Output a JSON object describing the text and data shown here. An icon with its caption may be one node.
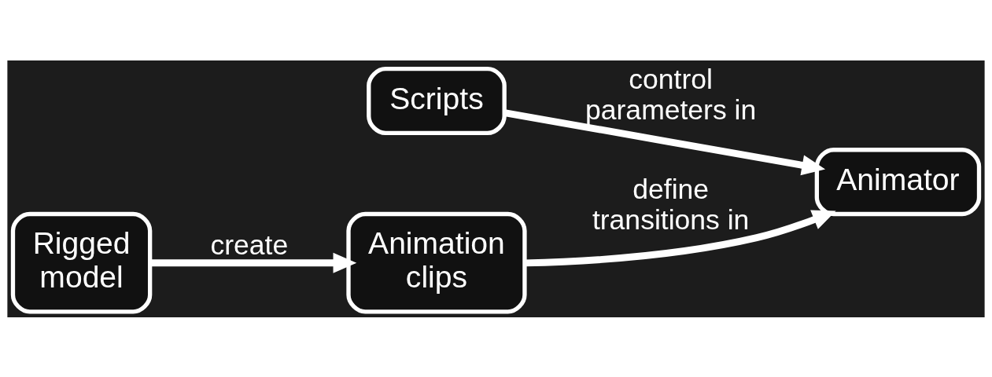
{
  "diagram": {
    "nodes": [
      {
        "text": [
          "Scripts"
        ]
      },
      {
        "text": [
          "Animator"
        ]
      },
      {
        "text": [
          "Rigged model"
        ]
      },
      {
        "text": [
          "Animation clips"
        ]
      }
    ],
    "edges": [
      {
        "from": 0,
        "to": 1,
        "arrow": "to",
        "label": "control parameters in"
      },
      {
        "from": 2,
        "to": 3,
        "arrow": "to",
        "label": "create"
      },
      {
        "from": 3,
        "to": 1,
        "arrow": "to",
        "label": "define transitions in"
      }
    ]
  }
}
